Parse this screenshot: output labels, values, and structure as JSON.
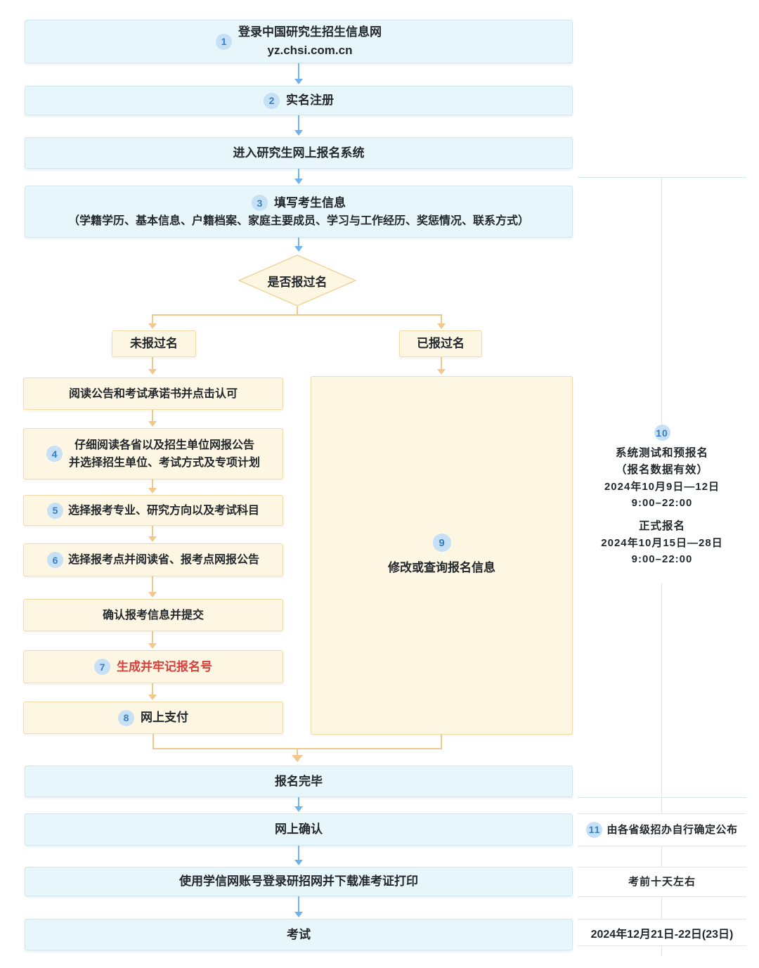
{
  "flow": {
    "step1": {
      "num": "1",
      "line1": "登录中国研究生招生信息网",
      "line2": "yz.chsi.com.cn"
    },
    "step2": {
      "num": "2",
      "label": "实名注册"
    },
    "step3": {
      "label": "进入研究生网上报名系统"
    },
    "step4": {
      "num": "3",
      "line1": "填写考生信息",
      "line2": "（学籍学历、基本信息、户籍档案、家庭主要成员、学习与工作经历、奖惩情况、联系方式）"
    },
    "decision": {
      "label": "是否报过名"
    },
    "branch_no": {
      "label": "未报过名"
    },
    "branch_yes": {
      "label": "已报过名"
    },
    "read_notice": {
      "label": "阅读公告和考试承诺书并点击认可"
    },
    "step_4box": {
      "num": "4",
      "line1": "仔细阅读各省以及招生单位网报公告",
      "line2": "并选择招生单位、考试方式及专项计划"
    },
    "step_5box": {
      "num": "5",
      "label": "选择报考专业、研究方向以及考试科目"
    },
    "step_6box": {
      "num": "6",
      "label": "选择报考点并阅读省、报考点网报公告"
    },
    "confirm_submit": {
      "label": "确认报考信息并提交"
    },
    "step_7box": {
      "num": "7",
      "label": "生成并牢记报名号"
    },
    "step_8box": {
      "num": "8",
      "label": "网上支付"
    },
    "step_9box": {
      "num": "9",
      "label": "修改或查询报名信息"
    },
    "finish": {
      "label": "报名完毕"
    },
    "online_confirm": {
      "label": "网上确认"
    },
    "download_print": {
      "label": "使用学信网账号登录研招网并下载准考证打印"
    },
    "exam": {
      "label": "考试"
    }
  },
  "sidebar": {
    "section10": {
      "num": "10",
      "title1": "系统测试和预报名",
      "subtitle": "（报名数据有效）",
      "date1": "2024年10月9日—12日",
      "time1": "9:00–22:00",
      "title2": "正式报名",
      "date2": "2024年10月15日—28日",
      "time2": "9:00–22:00"
    },
    "note11": {
      "num": "11",
      "label": "由各省级招办自行确定公布"
    },
    "note12": {
      "label": "考前十天左右"
    },
    "note13": {
      "label": "2024年12月21日-22日(23日)"
    }
  },
  "colors": {
    "blue_box_fill": "#e7f6fa",
    "cream_box_fill": "#fdf6e3",
    "cream_box_border": "#f2dba7",
    "blue_arrow": "#6fb3ea",
    "orange_line": "#f2c78c",
    "badge_fill": "#c6e0f6",
    "badge_text": "#3a7fc1",
    "alert_red": "#d8403c"
  }
}
